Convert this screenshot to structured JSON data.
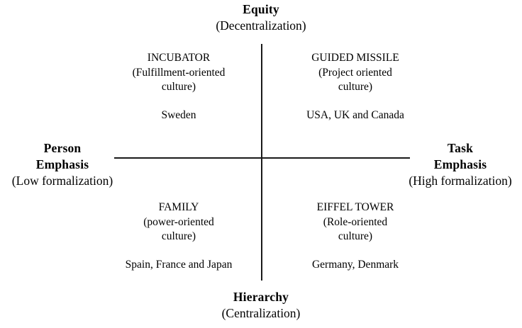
{
  "diagram": {
    "type": "2x2-quadrant-matrix",
    "axes": {
      "vertical": {
        "top": {
          "title": "Equity",
          "sub": "(Decentralization)"
        },
        "bottom": {
          "title": "Hierarchy",
          "sub": "(Centralization)"
        }
      },
      "horizontal": {
        "left": {
          "title_line1": "Person",
          "title_line2": "Emphasis",
          "sub": "(Low formalization)"
        },
        "right": {
          "title_line1": "Task",
          "title_line2": "Emphasis",
          "sub": "(High formalization)"
        }
      }
    },
    "quadrants": {
      "top_left": {
        "name": "INCUBATOR",
        "desc_line1": "(Fulfillment-oriented",
        "desc_line2": "culture)",
        "countries": "Sweden"
      },
      "top_right": {
        "name": "GUIDED MISSILE",
        "desc_line1": "(Project oriented",
        "desc_line2": "culture)",
        "countries": "USA, UK and Canada"
      },
      "bottom_left": {
        "name": "FAMILY",
        "desc_line1": "(power-oriented",
        "desc_line2": "culture)",
        "countries": "Spain, France and Japan"
      },
      "bottom_right": {
        "name": "EIFFEL TOWER",
        "desc_line1": "(Role-oriented",
        "desc_line2": "culture)",
        "countries": "Germany, Denmark"
      }
    },
    "colors": {
      "background": "#ffffff",
      "text": "#000000",
      "axis_line": "#1a1a1a"
    }
  }
}
